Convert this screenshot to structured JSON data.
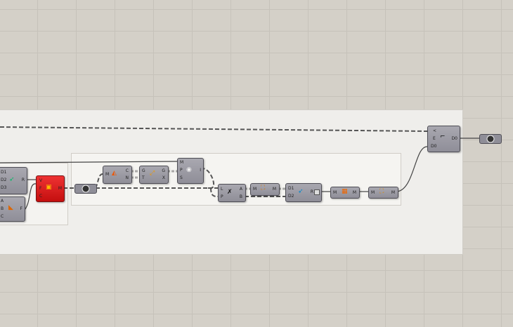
{
  "components": [
    {
      "id": "c1",
      "inputs": [
        "D1",
        "D2",
        "D3"
      ],
      "outputs": [
        "R"
      ],
      "icon": "vector-2pt-icon"
    },
    {
      "id": "c2",
      "inputs": [
        "A",
        "B",
        "C"
      ],
      "outputs": [
        "F"
      ],
      "icon": "plane-icon"
    },
    {
      "id": "c3",
      "inputs": [
        "V",
        "F",
        "C"
      ],
      "outputs": [
        "M"
      ],
      "icon": "mesh-icon"
    },
    {
      "id": "c4",
      "inputs": [
        "M"
      ],
      "outputs": [
        "C",
        "N"
      ],
      "icon": "mesh-closest-icon"
    },
    {
      "id": "c5",
      "inputs": [
        "G",
        "T"
      ],
      "outputs": [
        "G",
        "X"
      ],
      "icon": "transform-icon"
    },
    {
      "id": "c6",
      "inputs": [
        "M",
        "P",
        "S"
      ],
      "outputs": [
        "I"
      ],
      "icon": "point-inclusion-icon"
    },
    {
      "id": "c7",
      "inputs": [
        "L",
        "P"
      ],
      "outputs": [
        "A",
        "B"
      ],
      "icon": "line-point-icon"
    },
    {
      "id": "c8",
      "inputs": [
        "M"
      ],
      "outputs": [
        "M"
      ],
      "icon": "mesh-edit-icon"
    },
    {
      "id": "c9",
      "inputs": [
        "D1",
        "D2"
      ],
      "outputs": [
        "R"
      ],
      "icon": "vector-2pt-icon"
    },
    {
      "id": "c10",
      "inputs": [
        "M"
      ],
      "outputs": [
        "M"
      ],
      "icon": "mesh-join-icon"
    },
    {
      "id": "c11",
      "inputs": [
        "M"
      ],
      "outputs": [
        "M"
      ],
      "icon": "mesh-weld-icon"
    },
    {
      "id": "c12",
      "inputs": [
        "<",
        "E",
        "D0"
      ],
      "outputs": [
        "D0"
      ],
      "icon": "data-dam-icon"
    }
  ],
  "colors": {
    "canvas": "#d4d0c8",
    "group": "#f0efec",
    "component": "#9b9aa3",
    "error": "#d91c1c"
  }
}
